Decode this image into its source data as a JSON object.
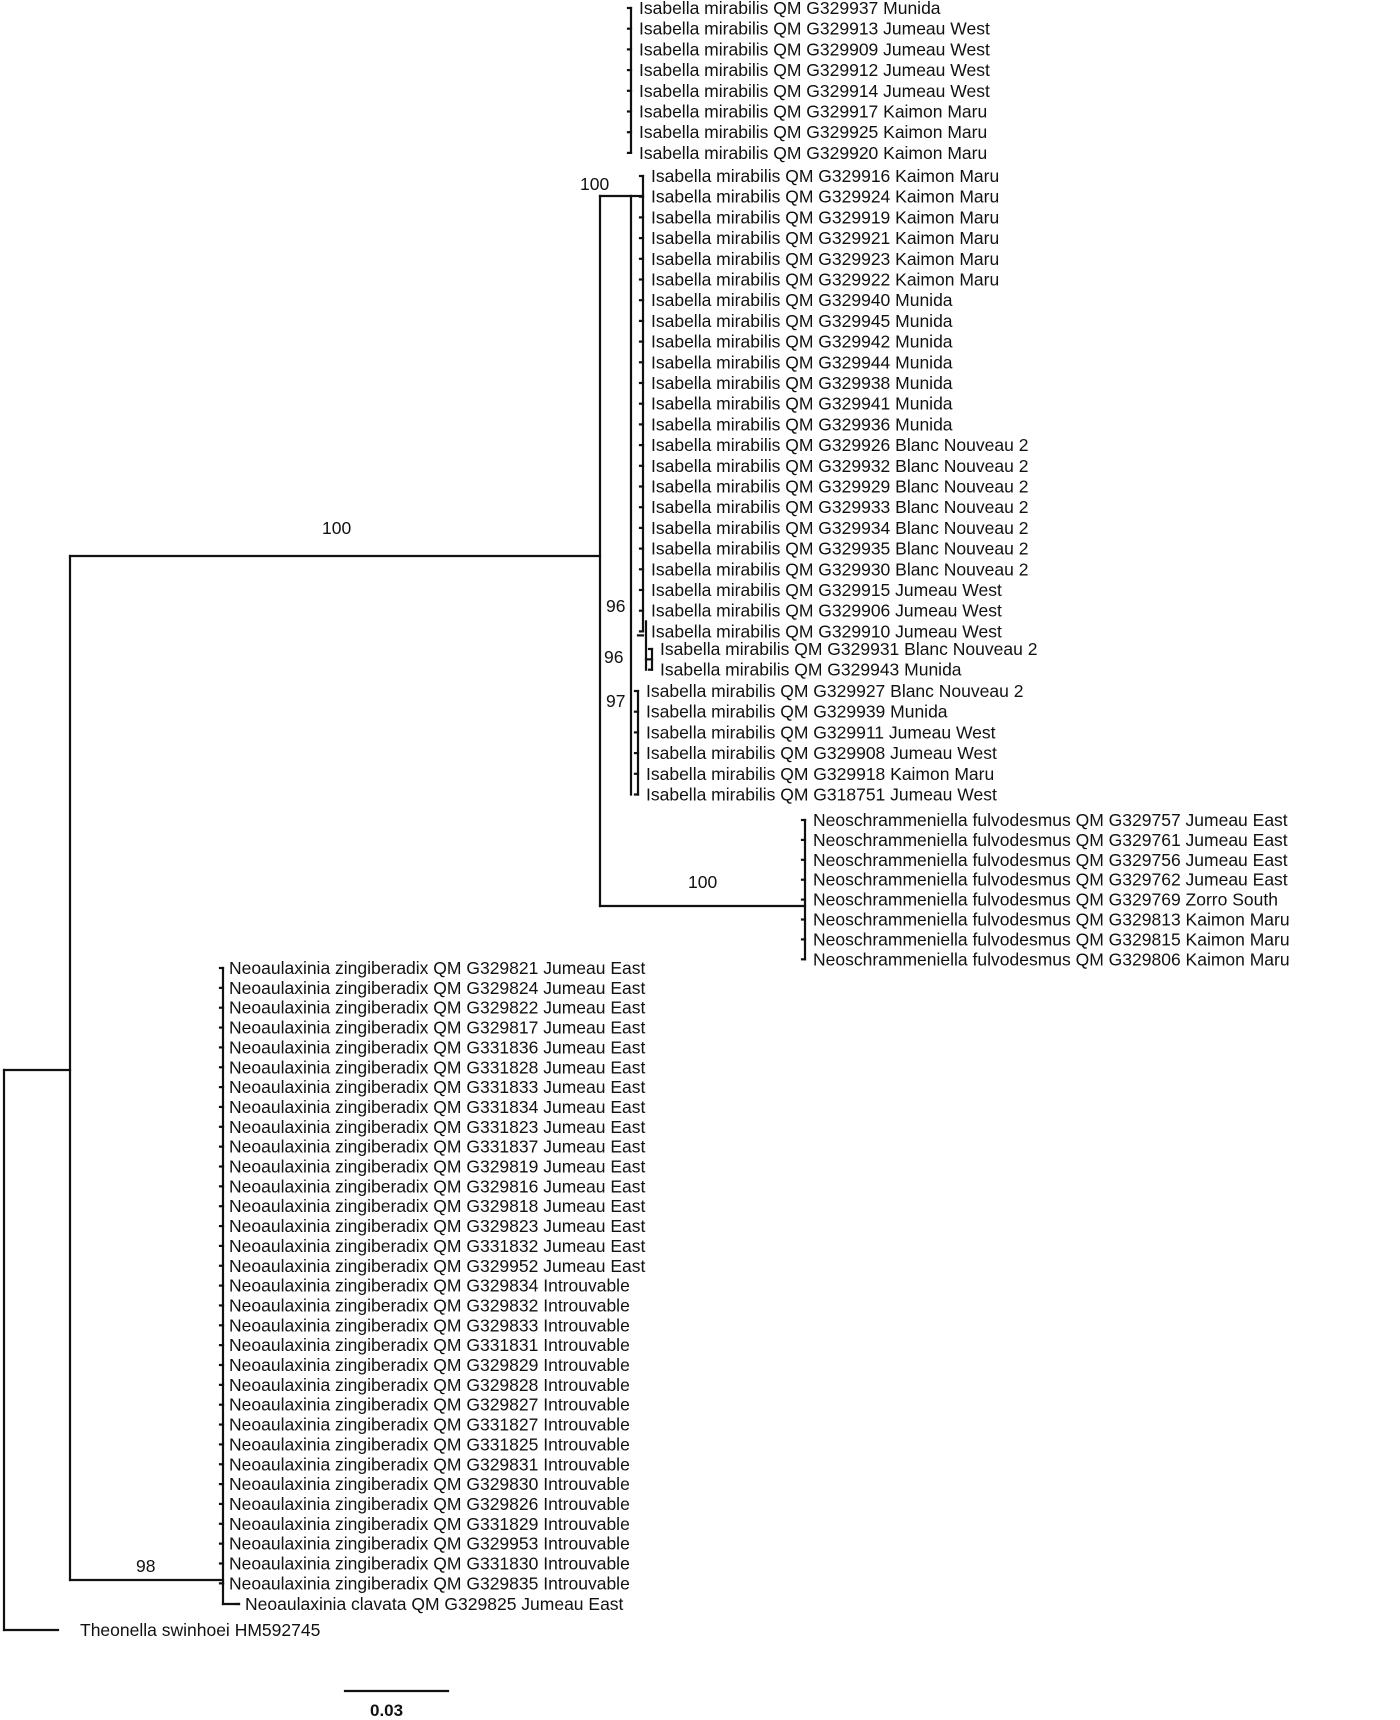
{
  "tree": {
    "ingroup_groups": [
      {
        "clade": "isabella-main",
        "species": "Isabella mirabilis",
        "tips": [
          {
            "voucher": "QM G329937",
            "locality": "Munida"
          },
          {
            "voucher": "QM G329913",
            "locality": "Jumeau West"
          },
          {
            "voucher": "QM G329909",
            "locality": "Jumeau West"
          },
          {
            "voucher": "QM G329912",
            "locality": "Jumeau West"
          },
          {
            "voucher": "QM G329914",
            "locality": "Jumeau West"
          },
          {
            "voucher": "QM G329917",
            "locality": "Kaimon Maru"
          },
          {
            "voucher": "QM G329925",
            "locality": "Kaimon Maru"
          },
          {
            "voucher": "QM G329920",
            "locality": "Kaimon Maru"
          }
        ]
      },
      {
        "clade": "isabella-sub",
        "species": "Isabella mirabilis",
        "tips": [
          {
            "voucher": "QM G329916",
            "locality": "Kaimon Maru"
          },
          {
            "voucher": "QM G329924",
            "locality": "Kaimon Maru"
          },
          {
            "voucher": "QM G329919",
            "locality": "Kaimon Maru"
          },
          {
            "voucher": "QM G329921",
            "locality": "Kaimon Maru"
          },
          {
            "voucher": "QM G329923",
            "locality": "Kaimon Maru"
          },
          {
            "voucher": "QM G329922",
            "locality": "Kaimon Maru"
          },
          {
            "voucher": "QM G329940",
            "locality": "Munida"
          },
          {
            "voucher": "QM G329945",
            "locality": "Munida"
          },
          {
            "voucher": "QM G329942",
            "locality": "Munida"
          },
          {
            "voucher": "QM G329944",
            "locality": "Munida"
          },
          {
            "voucher": "QM G329938",
            "locality": "Munida"
          },
          {
            "voucher": "QM G329941",
            "locality": "Munida"
          },
          {
            "voucher": "QM G329936",
            "locality": "Munida"
          },
          {
            "voucher": "QM G329926",
            "locality": "Blanc Nouveau 2"
          },
          {
            "voucher": "QM G329932",
            "locality": "Blanc Nouveau 2"
          },
          {
            "voucher": "QM G329929",
            "locality": "Blanc Nouveau 2"
          },
          {
            "voucher": "QM G329933",
            "locality": "Blanc Nouveau 2"
          },
          {
            "voucher": "QM G329934",
            "locality": "Blanc Nouveau 2"
          },
          {
            "voucher": "QM G329935",
            "locality": "Blanc Nouveau 2"
          },
          {
            "voucher": "QM G329930",
            "locality": "Blanc Nouveau 2"
          },
          {
            "voucher": "QM G329915",
            "locality": "Jumeau West"
          },
          {
            "voucher": "QM G329906",
            "locality": "Jumeau West"
          },
          {
            "voucher": "QM G329910",
            "locality": "Jumeau West"
          }
        ]
      },
      {
        "clade": "isabella-pair",
        "species": "Isabella mirabilis",
        "tips": [
          {
            "voucher": "QM G329931",
            "locality": "Blanc Nouveau 2"
          },
          {
            "voucher": "QM G329943",
            "locality": "Munida"
          }
        ]
      },
      {
        "clade": "isabella-lower",
        "species": "Isabella mirabilis",
        "tips": [
          {
            "voucher": "QM G329927",
            "locality": "Blanc Nouveau 2"
          },
          {
            "voucher": "QM G329939",
            "locality": "Munida"
          },
          {
            "voucher": "QM G329911",
            "locality": "Jumeau West"
          },
          {
            "voucher": "QM G329908",
            "locality": "Jumeau West"
          },
          {
            "voucher": "QM G329918",
            "locality": "Kaimon Maru"
          },
          {
            "voucher": "QM G318751",
            "locality": "Jumeau West"
          }
        ]
      },
      {
        "clade": "neoschrammeniella",
        "species": "Neoschrammeniella fulvodesmus",
        "tips": [
          {
            "voucher": "QM G329757",
            "locality": "Jumeau East"
          },
          {
            "voucher": "QM G329761",
            "locality": "Jumeau East"
          },
          {
            "voucher": "QM G329756",
            "locality": "Jumeau East"
          },
          {
            "voucher": "QM G329762",
            "locality": "Jumeau East"
          },
          {
            "voucher": "QM G329769",
            "locality": "Zorro South"
          },
          {
            "voucher": "QM G329813",
            "locality": "Kaimon Maru"
          },
          {
            "voucher": "QM G329815",
            "locality": "Kaimon Maru"
          },
          {
            "voucher": "QM G329806",
            "locality": "Kaimon Maru"
          }
        ]
      },
      {
        "clade": "neoaulaxinia",
        "species": "Neoaulaxinia zingiberadix",
        "tips": [
          {
            "voucher": "QM G329821",
            "locality": "Jumeau East"
          },
          {
            "voucher": "QM G329824",
            "locality": "Jumeau East"
          },
          {
            "voucher": "QM G329822",
            "locality": "Jumeau East"
          },
          {
            "voucher": "QM G329817",
            "locality": "Jumeau East"
          },
          {
            "voucher": "QM G331836",
            "locality": "Jumeau East"
          },
          {
            "voucher": "QM G331828",
            "locality": "Jumeau East"
          },
          {
            "voucher": "QM G331833",
            "locality": "Jumeau East"
          },
          {
            "voucher": "QM G331834",
            "locality": "Jumeau East"
          },
          {
            "voucher": "QM G331823",
            "locality": "Jumeau East"
          },
          {
            "voucher": "QM G331837",
            "locality": "Jumeau East"
          },
          {
            "voucher": "QM G329819",
            "locality": "Jumeau East"
          },
          {
            "voucher": "QM G329816",
            "locality": "Jumeau East"
          },
          {
            "voucher": "QM G329818",
            "locality": "Jumeau East"
          },
          {
            "voucher": "QM G329823",
            "locality": "Jumeau East"
          },
          {
            "voucher": "QM G331832",
            "locality": "Jumeau East"
          },
          {
            "voucher": "QM G329952",
            "locality": "Jumeau East"
          },
          {
            "voucher": "QM G329834",
            "locality": "Introuvable"
          },
          {
            "voucher": "QM G329832",
            "locality": "Introuvable"
          },
          {
            "voucher": "QM G329833",
            "locality": "Introuvable"
          },
          {
            "voucher": "QM G331831",
            "locality": "Introuvable"
          },
          {
            "voucher": "QM G329829",
            "locality": "Introuvable"
          },
          {
            "voucher": "QM G329828",
            "locality": "Introuvable"
          },
          {
            "voucher": "QM G329827",
            "locality": "Introuvable"
          },
          {
            "voucher": "QM G331827",
            "locality": "Introuvable"
          },
          {
            "voucher": "QM G331825",
            "locality": "Introuvable"
          },
          {
            "voucher": "QM G329831",
            "locality": "Introuvable"
          },
          {
            "voucher": "QM G329830",
            "locality": "Introuvable"
          },
          {
            "voucher": "QM G329826",
            "locality": "Introuvable"
          },
          {
            "voucher": "QM G331829",
            "locality": "Introuvable"
          },
          {
            "voucher": "QM G329953",
            "locality": "Introuvable"
          },
          {
            "voucher": "QM G331830",
            "locality": "Introuvable"
          },
          {
            "voucher": "QM G329835",
            "locality": "Introuvable"
          }
        ]
      },
      {
        "clade": "neoaulaxinia-clavata",
        "species": "Neoaulaxinia clavata",
        "tips": [
          {
            "voucher": "QM G329825",
            "locality": " Jumeau East"
          }
        ]
      }
    ],
    "outgroup": {
      "species": "Theonella swinhoei",
      "voucher": "HM592745",
      "locality": ""
    },
    "support": {
      "ingroup": "100",
      "isabella_main": "100",
      "isabella_sub_a": "96",
      "isabella_sub_b": "96",
      "isabella_sub_c": "97",
      "neoschrammeniella": "100",
      "neoaulaxinia": "98"
    },
    "scale_bar": {
      "label": "0.03"
    },
    "line_color": "#111111"
  }
}
